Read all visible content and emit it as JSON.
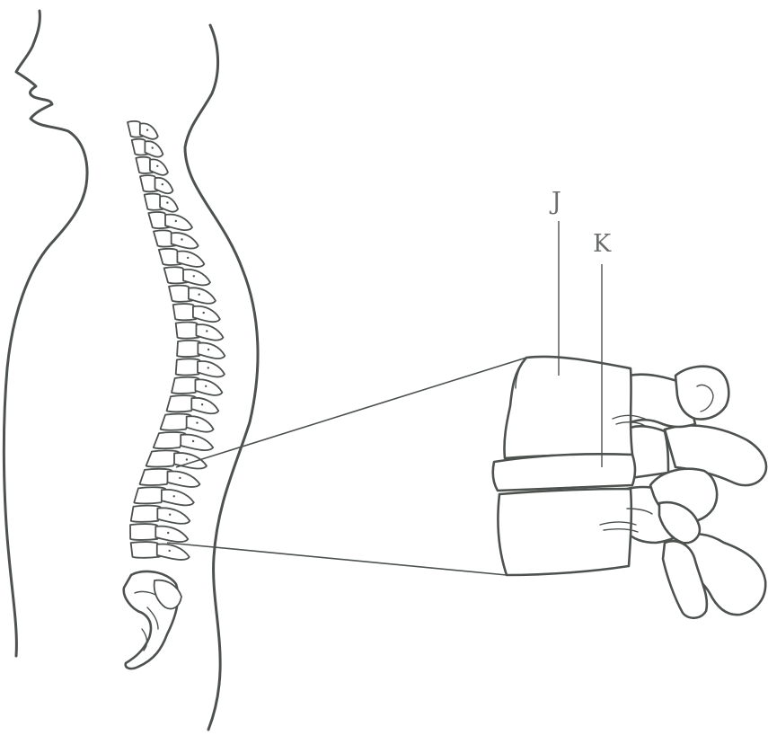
{
  "diagram": {
    "labels": [
      {
        "id": "J",
        "text": "J"
      },
      {
        "id": "K",
        "text": "K"
      }
    ],
    "colors": {
      "line": "#4d524f",
      "label": "#6a6d6b",
      "background": "#ffffff"
    }
  }
}
